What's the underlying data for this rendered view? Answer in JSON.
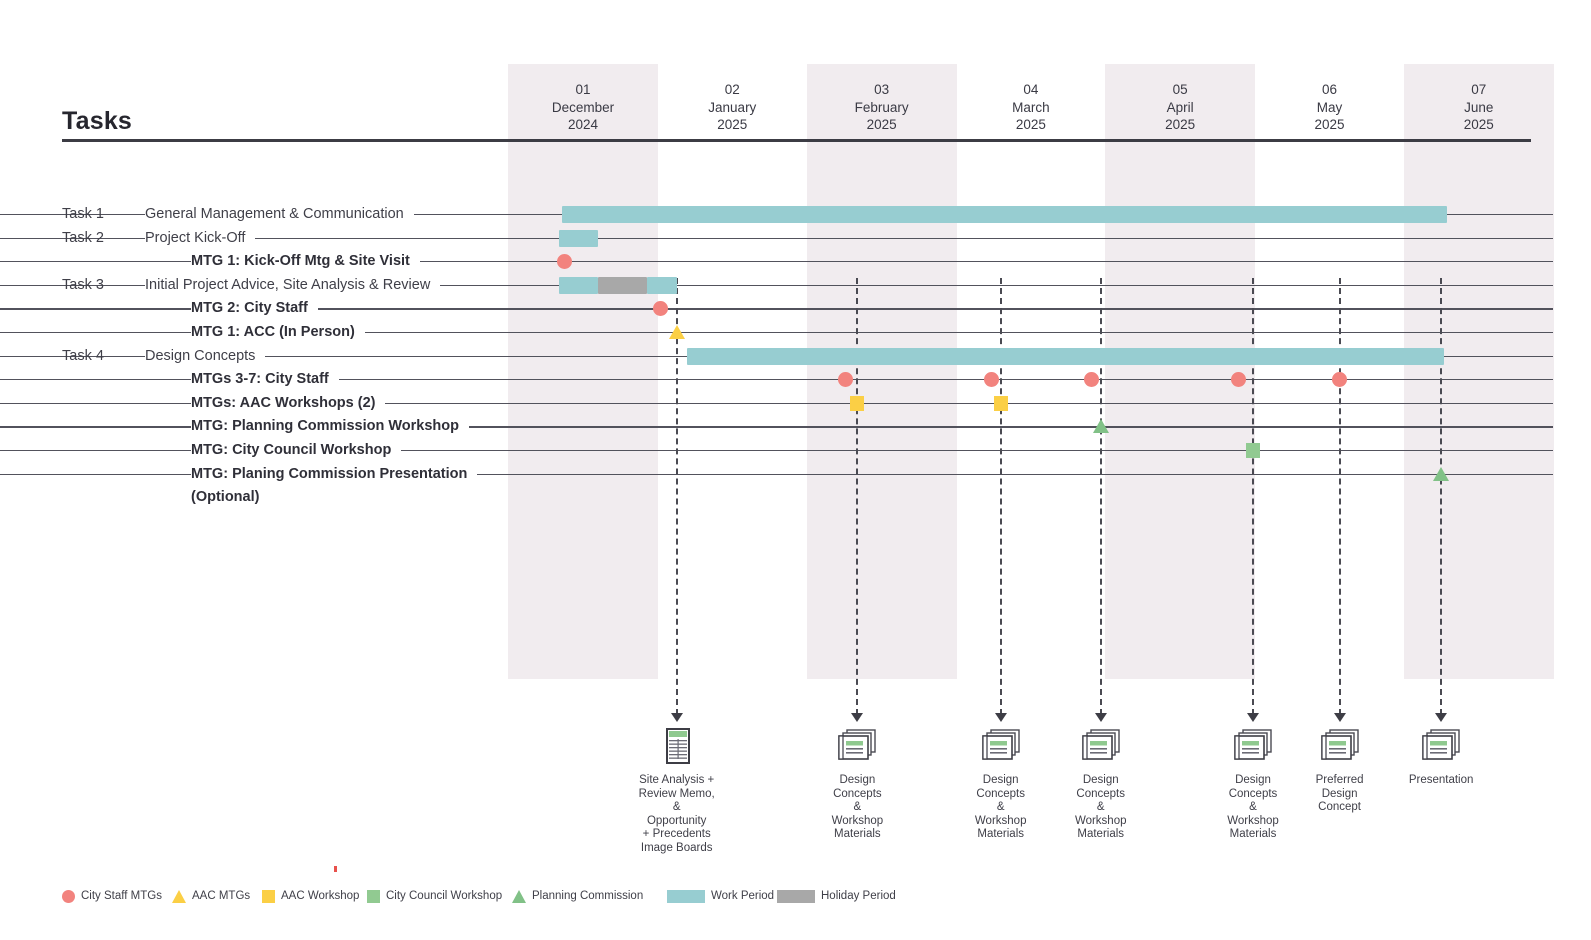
{
  "header": {
    "title": "Tasks"
  },
  "timeline": {
    "columns": [
      {
        "num": "01",
        "month": "December",
        "year": "2024",
        "shaded": true
      },
      {
        "num": "02",
        "month": "January",
        "year": "2025",
        "shaded": false
      },
      {
        "num": "03",
        "month": "February",
        "year": "2025",
        "shaded": true
      },
      {
        "num": "04",
        "month": "March",
        "year": "2025",
        "shaded": false
      },
      {
        "num": "05",
        "month": "April",
        "year": "2025",
        "shaded": true
      },
      {
        "num": "06",
        "month": "May",
        "year": "2025",
        "shaded": false
      },
      {
        "num": "07",
        "month": "June",
        "year": "2025",
        "shaded": true
      }
    ]
  },
  "chart_data": {
    "type": "gantt",
    "title": "Tasks",
    "xlabel": "",
    "ylabel": "",
    "x_categories": [
      "01 December 2024",
      "02 January 2025",
      "03 February 2025",
      "04 March 2025",
      "05 April 2025",
      "06 May 2025",
      "07 June 2025"
    ],
    "rows": [
      {
        "task_number": "Task 1",
        "label": "General Management & Communication",
        "level": "task",
        "bars": [
          {
            "kind": "work",
            "start_month": 0.36,
            "end_month": 6.29
          }
        ],
        "markers": []
      },
      {
        "task_number": "Task 2",
        "label": "Project Kick-Off",
        "level": "task",
        "bars": [
          {
            "kind": "work",
            "start_month": 0.34,
            "end_month": 0.6
          }
        ],
        "markers": []
      },
      {
        "task_number": "",
        "label": "MTG 1: Kick-Off Mtg & Site Visit",
        "level": "sub",
        "bars": [],
        "markers": [
          {
            "shape": "circle",
            "color_key": "city_staff",
            "month": 0.38
          }
        ]
      },
      {
        "task_number": "Task 3",
        "label": "Initial Project Advice, Site Analysis & Review",
        "level": "task",
        "bars": [
          {
            "kind": "work",
            "start_month": 0.34,
            "end_month": 0.6
          },
          {
            "kind": "holiday",
            "start_month": 0.6,
            "end_month": 0.93
          },
          {
            "kind": "work",
            "start_month": 0.93,
            "end_month": 1.13
          }
        ],
        "markers": []
      },
      {
        "task_number": "",
        "label": "MTG 2: City Staff",
        "level": "sub",
        "bars": [],
        "markers": [
          {
            "shape": "circle",
            "color_key": "city_staff",
            "month": 1.02
          }
        ]
      },
      {
        "task_number": "",
        "label": "MTG 1: ACC (In Person)",
        "level": "sub",
        "bars": [],
        "markers": [
          {
            "shape": "triangle",
            "color_key": "aac_mtgs",
            "month": 1.13
          }
        ]
      },
      {
        "task_number": "Task 4",
        "label": "Design Concepts",
        "level": "task",
        "bars": [
          {
            "kind": "work",
            "start_month": 1.2,
            "end_month": 6.27
          }
        ],
        "markers": []
      },
      {
        "task_number": "",
        "label": "MTGs 3-7: City Staff",
        "level": "sub",
        "bars": [],
        "markers": [
          {
            "shape": "circle",
            "color_key": "city_staff",
            "month": 2.26
          },
          {
            "shape": "circle",
            "color_key": "city_staff",
            "month": 3.24
          },
          {
            "shape": "circle",
            "color_key": "city_staff",
            "month": 3.91
          },
          {
            "shape": "circle",
            "color_key": "city_staff",
            "month": 4.89
          },
          {
            "shape": "circle",
            "color_key": "city_staff",
            "month": 5.57
          }
        ]
      },
      {
        "task_number": "",
        "label": "MTGs: AAC Workshops (2)",
        "level": "sub",
        "bars": [],
        "markers": [
          {
            "shape": "square",
            "color_key": "aac_workshop",
            "month": 2.34
          },
          {
            "shape": "square",
            "color_key": "aac_workshop",
            "month": 3.3
          }
        ]
      },
      {
        "task_number": "",
        "label": "MTG: Planning Commission Workshop",
        "level": "sub",
        "bars": [],
        "markers": [
          {
            "shape": "triangle",
            "color_key": "planning_commission",
            "month": 3.97
          }
        ]
      },
      {
        "task_number": "",
        "label": "MTG: City Council Workshop",
        "level": "sub",
        "bars": [],
        "markers": [
          {
            "shape": "square",
            "color_key": "city_council",
            "month": 4.99
          }
        ]
      },
      {
        "task_number": "",
        "label": "MTG: Planing Commission Presentation",
        "level": "sub",
        "bars": [],
        "markers": [
          {
            "shape": "triangle",
            "color_key": "planning_commission",
            "month": 6.25
          }
        ]
      },
      {
        "task_number": "",
        "label": "(Optional)",
        "level": "cont",
        "bars": [],
        "markers": []
      }
    ],
    "colors": {
      "city_staff": "#f2837e",
      "aac_mtgs": "#fbcf45",
      "aac_workshop": "#fbcf45",
      "city_council": "#91ca91",
      "planning_commission": "#81c187",
      "work_period": "#97cdd1",
      "holiday_period": "#a8a8a8",
      "column_shade": "#f1ecef"
    }
  },
  "deliverables": [
    {
      "icon": "document-lined-icon",
      "caption": "Site Analysis +\nReview Memo,\n&\nOpportunity\n+ Precedents\nImage Boards",
      "month": 1.13
    },
    {
      "icon": "slide-stack-icon",
      "caption": "Design\nConcepts\n&\nWorkshop\nMaterials",
      "month": 2.34
    },
    {
      "icon": "slide-stack-icon",
      "caption": "Design\nConcepts\n&\nWorkshop\nMaterials",
      "month": 3.3
    },
    {
      "icon": "slide-stack-icon",
      "caption": "Design\nConcepts\n&\nWorkshop\nMaterials",
      "month": 3.97
    },
    {
      "icon": "slide-stack-icon",
      "caption": "Design\nConcepts\n&\nWorkshop\nMaterials",
      "month": 4.99
    },
    {
      "icon": "slide-stack-icon",
      "caption": "Preferred\nDesign\nConcept",
      "month": 5.57
    },
    {
      "icon": "slide-stack-icon",
      "caption": "Presentation",
      "month": 6.25
    }
  ],
  "legend": {
    "items": [
      {
        "swatch": "circle",
        "label": "City Staff MTGs"
      },
      {
        "swatch": "tri-y",
        "label": "AAC MTGs"
      },
      {
        "swatch": "sq-y",
        "label": "AAC Workshop"
      },
      {
        "swatch": "sq-g",
        "label": "City Council Workshop"
      },
      {
        "swatch": "tri-g",
        "label": "Planning Commission"
      },
      {
        "swatch": "bar-w",
        "label": "Work Period"
      },
      {
        "swatch": "bar-h",
        "label": "Holiday Period"
      }
    ]
  }
}
